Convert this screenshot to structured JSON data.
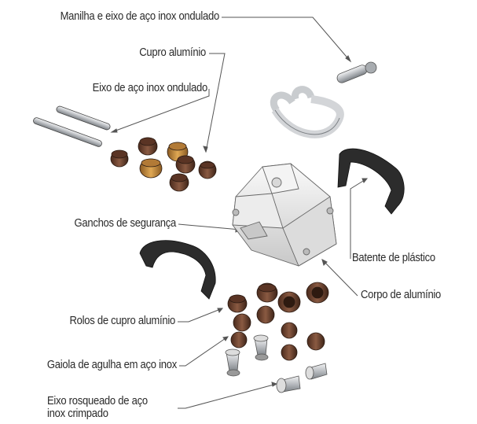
{
  "diagram": {
    "labels": {
      "shackle": "Manilha e eixo de aço inox ondulado",
      "cupro": "Cupro alumínio",
      "axle": "Eixo de aço inox ondulado",
      "hooks": "Ganchos de segurança",
      "stopper": "Batente de plástico",
      "body": "Corpo de alumínio",
      "rollers": "Rolos de cupro alumínio",
      "cage": "Gaiola de agulha em aço inox",
      "crimped_line1": "Eixo rosqueado de aço",
      "crimped_line2": "inox crimpado"
    },
    "colors": {
      "text": "#2a2a2a",
      "leader": "#555555",
      "bronze": "#7a4e3a",
      "brass": "#c08a3a",
      "steel": "#b8bcc0",
      "plastic": "#2b2b2b",
      "aluminium": "#e6e6e6"
    }
  }
}
